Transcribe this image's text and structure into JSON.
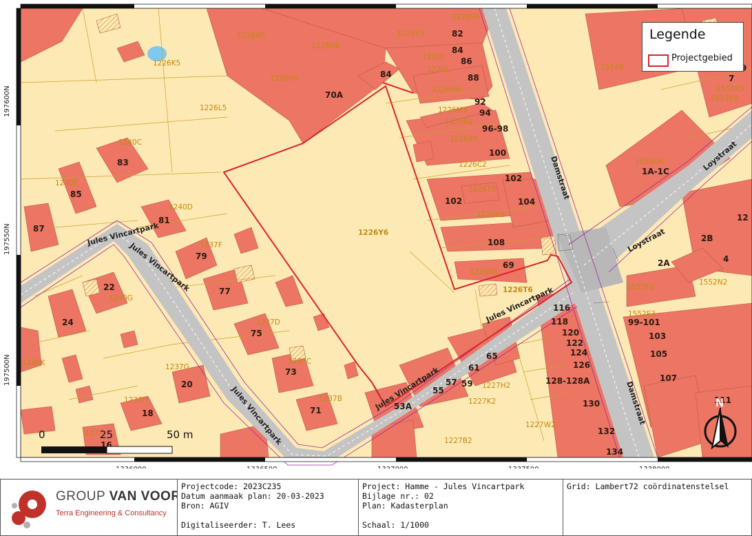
{
  "map": {
    "legend": {
      "title": "Legende",
      "item": "Projectgebied"
    },
    "grid_y": [
      "197600N",
      "197550N",
      "197500N"
    ],
    "grid_x": [
      "1336000",
      "1336500",
      "1337000",
      "1337500",
      "1338000"
    ],
    "scale_bar": {
      "labels": [
        "0",
        "25",
        "50 m"
      ]
    },
    "north": "N",
    "streets": {
      "jules1": "Jules Vincartpark",
      "jules2": "Jules Vincartpark",
      "jules3": "Jules Vincartpark",
      "jules4": "Jules Vincartpark",
      "jules5": "Jules Vincartpark",
      "damstraat1": "Damstraat",
      "damstraat2": "Damstraat",
      "loystraat1": "Loystraat",
      "loystraat2": "Loystraat"
    },
    "parcels": [
      "1226S4",
      "1226Y5",
      "1226H5",
      "1226G6",
      "1226K5",
      "1226H6",
      "1226K",
      "1226L",
      "1226H4",
      "1226M3",
      "1226R2",
      "1226X5",
      "1226C2",
      "1226T3",
      "1226K2",
      "1226X6",
      "1226T6",
      "1226L5",
      "1226Y6",
      "1240C",
      "1240E",
      "1240D",
      "1240G",
      "1240K",
      "1237F",
      "1237D",
      "1237C",
      "1237G",
      "1237H",
      "1237B",
      "1237",
      "1227H2",
      "1227K2",
      "1227W2",
      "1227B2",
      "1554R",
      "1553K5",
      "1553E5",
      "1553G6",
      "1552F3",
      "1552N2",
      "1552E3"
    ],
    "houses": [
      "82",
      "84",
      "86",
      "88",
      "92",
      "94",
      "96-98",
      "100",
      "102",
      "104",
      "102",
      "108",
      "69",
      "84",
      "70A",
      "83",
      "85",
      "81",
      "87",
      "79",
      "77",
      "22",
      "24",
      "75",
      "73",
      "20",
      "18",
      "16",
      "71",
      "57",
      "59",
      "61",
      "65",
      "55",
      "53A",
      "116",
      "118",
      "120",
      "122",
      "124",
      "126",
      "128-128A",
      "130",
      "132",
      "134",
      "1A-1C",
      "2B",
      "2A",
      "4",
      "12",
      "7",
      "9",
      "99-101",
      "103",
      "105",
      "107",
      "111"
    ]
  },
  "footer": {
    "logo_name_1": "GROUP ",
    "logo_name_2": "VAN VOOREN",
    "logo_sub": "Terra Engineering & Consultancy",
    "projectcode": "Projectcode: 2023C235",
    "datum": "Datum aanmaak plan: 20-03-2023",
    "bron": "Bron: AGIV",
    "digitaliseerder": "Digitaliseerder: T. Lees",
    "project": "Project: Hamme - Jules Vincartpark",
    "bijlage": "Bijlage nr.: 02",
    "plan": "Plan: Kadasterplan",
    "schaal": "Schaal: 1/1000",
    "grid": "Grid: Lambert72 coördinatenstelsel"
  },
  "colors": {
    "parcel": "#fde9b4",
    "building": "#ec7563",
    "road": "#c4c4c4",
    "project": "#d9252a",
    "parcel_line": "#c9a227"
  }
}
